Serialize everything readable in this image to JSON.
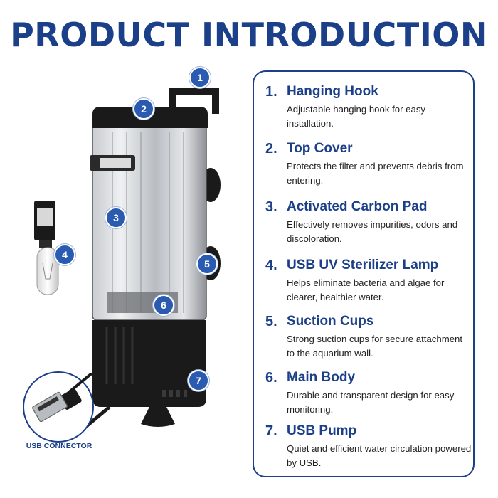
{
  "title": "PRODUCT INTRODUCTION",
  "features": [
    {
      "number": "1.",
      "name": "Hanging Hook",
      "description": "Adjustable hanging hook for easy installation."
    },
    {
      "number": "2.",
      "name": "Top Cover",
      "description": "Protects the filter and prevents debris from entering."
    },
    {
      "number": "3.",
      "name": "Activated Carbon Pad",
      "description": "Effectively removes impurities, odors and discoloration."
    },
    {
      "number": "4.",
      "name": "USB UV Sterilizer Lamp",
      "description": "Helps eliminate bacteria and algae for clearer, healthier water."
    },
    {
      "number": "5.",
      "name": "Suction Cups",
      "description": "Strong suction cups for secure attachment to the aquarium wall."
    },
    {
      "number": "6.",
      "name": "Main Body",
      "description": "Durable and transparent design for easy monitoring."
    },
    {
      "number": "7.",
      "name": "USB Pump",
      "description": "Quiet and efficient water circulation powered by USB."
    }
  ],
  "callouts": [
    "1",
    "2",
    "3",
    "4",
    "5",
    "6",
    "7"
  ],
  "usb_connector_label": "USB CONNECTOR",
  "colors": {
    "accent": "#1c3f8a",
    "badge": "#2a5bb0",
    "filter_body": "#1a1a1a"
  }
}
